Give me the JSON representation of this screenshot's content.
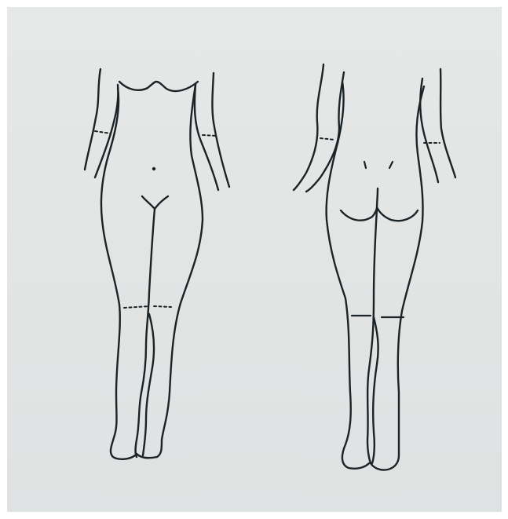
{
  "figures": [
    {
      "name": "front-view",
      "view": "front"
    },
    {
      "name": "back-view",
      "view": "back"
    }
  ],
  "colors": {
    "paper": "#e3e5e5",
    "ink": "#1b2326",
    "border": "#ffffff"
  }
}
